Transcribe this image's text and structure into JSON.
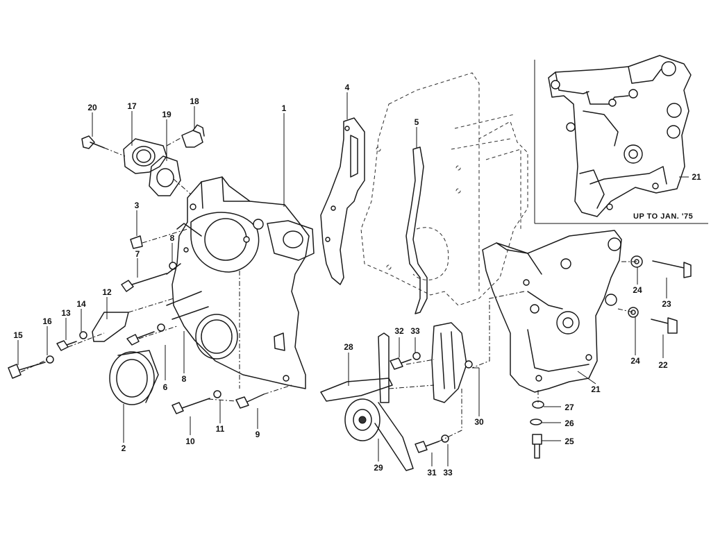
{
  "inset": {
    "caption": "UP TO JAN. '75"
  },
  "callouts": [
    {
      "id": "c1",
      "text": "1"
    },
    {
      "id": "c2",
      "text": "2"
    },
    {
      "id": "c3",
      "text": "3"
    },
    {
      "id": "c4",
      "text": "4"
    },
    {
      "id": "c5",
      "text": "5"
    },
    {
      "id": "c6",
      "text": "6"
    },
    {
      "id": "c7",
      "text": "7"
    },
    {
      "id": "c8a",
      "text": "8"
    },
    {
      "id": "c8b",
      "text": "8"
    },
    {
      "id": "c9",
      "text": "9"
    },
    {
      "id": "c10",
      "text": "10"
    },
    {
      "id": "c11",
      "text": "11"
    },
    {
      "id": "c12",
      "text": "12"
    },
    {
      "id": "c13",
      "text": "13"
    },
    {
      "id": "c14",
      "text": "14"
    },
    {
      "id": "c15",
      "text": "15"
    },
    {
      "id": "c16",
      "text": "16"
    },
    {
      "id": "c17",
      "text": "17"
    },
    {
      "id": "c18",
      "text": "18"
    },
    {
      "id": "c19",
      "text": "19"
    },
    {
      "id": "c20",
      "text": "20"
    },
    {
      "id": "c21a",
      "text": "21"
    },
    {
      "id": "c21b",
      "text": "21"
    },
    {
      "id": "c22",
      "text": "22"
    },
    {
      "id": "c23",
      "text": "23"
    },
    {
      "id": "c24a",
      "text": "24"
    },
    {
      "id": "c24b",
      "text": "24"
    },
    {
      "id": "c25",
      "text": "25"
    },
    {
      "id": "c26",
      "text": "26"
    },
    {
      "id": "c27",
      "text": "27"
    },
    {
      "id": "c28",
      "text": "28"
    },
    {
      "id": "c29",
      "text": "29"
    },
    {
      "id": "c30",
      "text": "30"
    },
    {
      "id": "c31",
      "text": "31"
    },
    {
      "id": "c32",
      "text": "32"
    },
    {
      "id": "c33a",
      "text": "33"
    },
    {
      "id": "c33b",
      "text": "33"
    }
  ]
}
